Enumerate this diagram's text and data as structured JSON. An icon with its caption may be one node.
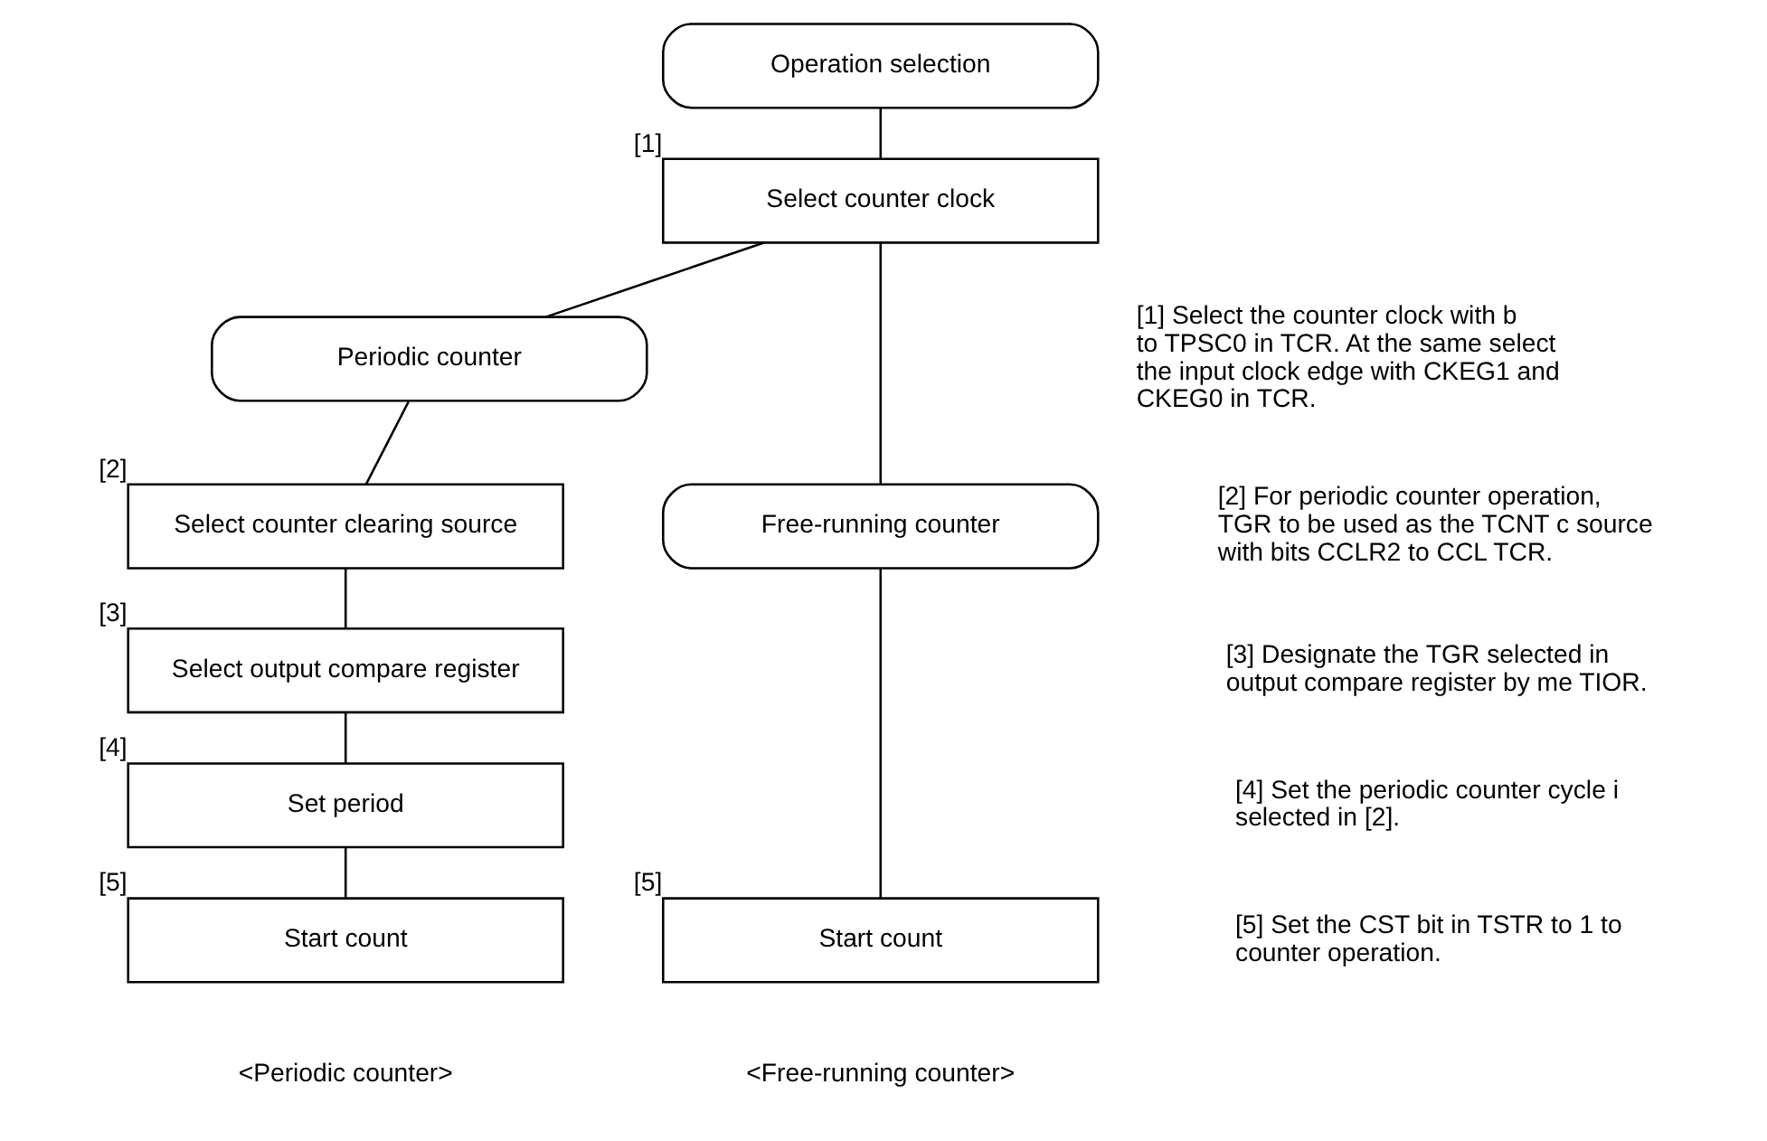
{
  "diagram": {
    "nodes": [
      {
        "text": [
          "Operation selection"
        ]
      },
      {
        "text": [
          "Select counter clock"
        ],
        "beside": [
          "[1]"
        ]
      },
      {
        "text": [
          "Periodic counter"
        ]
      },
      {
        "text": [
          "Free-running counter"
        ]
      },
      {
        "text": [
          "Select counter clearing source"
        ],
        "beside": [
          "[2]"
        ]
      },
      {
        "text": [
          "Select output compare register"
        ],
        "beside": [
          "[3]"
        ]
      },
      {
        "text": [
          "Set period"
        ],
        "beside": [
          "[4]"
        ]
      },
      {
        "text": [
          "Start count"
        ],
        "beside": [
          "[5]"
        ]
      },
      {
        "text": [
          "Start count"
        ],
        "beside": [
          "[5]"
        ]
      }
    ],
    "edges": [
      {
        "from": 0,
        "to": 1,
        "arrow": "none"
      },
      {
        "from": 1,
        "to": 2,
        "arrow": "none"
      },
      {
        "from": 1,
        "to": 3,
        "arrow": "none"
      },
      {
        "from": 2,
        "to": 4,
        "arrow": "none"
      },
      {
        "from": 4,
        "to": 5,
        "arrow": "none"
      },
      {
        "from": 5,
        "to": 6,
        "arrow": "none"
      },
      {
        "from": 6,
        "to": 7,
        "arrow": "none"
      },
      {
        "from": 3,
        "to": 8,
        "arrow": "none"
      }
    ],
    "labels": [
      "<Periodic counter>",
      "<Free-running counter>",
      "[1] Select the counter clock with b to TPSC0 in TCR. At the same select the input clock edge with CKEG1 and CKEG0 in TCR.",
      "[2] For periodic counter operation, TGR to be used as the TCNT c source with bits CCLR2 to CCL TCR.",
      "[3] Designate the TGR selected in output compare register by me TIOR.",
      "[4] Set the periodic counter cycle i selected in [2].",
      "[5] Set the CST bit in TSTR to 1 to counter operation."
    ]
  }
}
